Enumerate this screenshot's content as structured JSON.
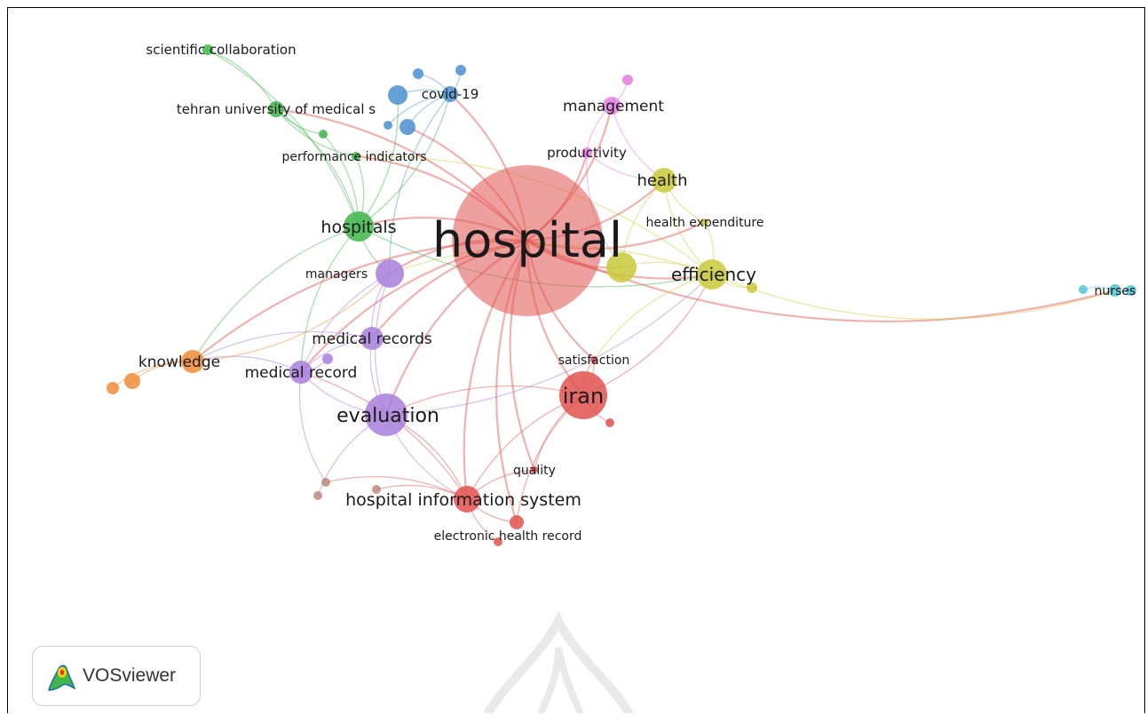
{
  "app": {
    "logo_text": "VOSviewer",
    "logo_icon": "vosviewer-logo-icon"
  },
  "colors": {
    "red": "#e0524f",
    "green": "#3fb54a",
    "blue": "#4a90cf",
    "yellow": "#c9c93a",
    "purple": "#a77fdc",
    "pink": "#e27ce0",
    "orange": "#ef8c37",
    "brown": "#b8897b",
    "cyan": "#4fc6d6"
  },
  "network": {
    "nodes": [
      {
        "id": "hospital",
        "label": "hospital",
        "cluster": "red"
      },
      {
        "id": "iran",
        "label": "iran",
        "cluster": "red"
      },
      {
        "id": "satisfaction",
        "label": "satisfaction",
        "cluster": "red"
      },
      {
        "id": "quality",
        "label": "quality",
        "cluster": "red"
      },
      {
        "id": "his",
        "label": "hospital information system",
        "cluster": "red"
      },
      {
        "id": "ehr",
        "label": "electronic health record",
        "cluster": "red"
      },
      {
        "id": "red_s1",
        "label": "",
        "cluster": "red"
      },
      {
        "id": "red_s2",
        "label": "",
        "cluster": "red"
      },
      {
        "id": "hospitals",
        "label": "hospitals",
        "cluster": "green"
      },
      {
        "id": "tehran",
        "label": "tehran university of medical s",
        "cluster": "green"
      },
      {
        "id": "scicollab",
        "label": "scientific collaboration",
        "cluster": "green"
      },
      {
        "id": "perfind",
        "label": "performance indicators",
        "cluster": "green"
      },
      {
        "id": "green_s1",
        "label": "",
        "cluster": "green"
      },
      {
        "id": "covid",
        "label": "covid-19",
        "cluster": "blue"
      },
      {
        "id": "blue_a",
        "label": "",
        "cluster": "blue"
      },
      {
        "id": "blue_b",
        "label": "",
        "cluster": "blue"
      },
      {
        "id": "blue_c",
        "label": "",
        "cluster": "blue"
      },
      {
        "id": "blue_d",
        "label": "",
        "cluster": "blue"
      },
      {
        "id": "blue_e",
        "label": "",
        "cluster": "blue"
      },
      {
        "id": "management",
        "label": "management",
        "cluster": "pink"
      },
      {
        "id": "productivity",
        "label": "productivity",
        "cluster": "pink"
      },
      {
        "id": "pink_s1",
        "label": "",
        "cluster": "pink"
      },
      {
        "id": "health",
        "label": "health",
        "cluster": "yellow"
      },
      {
        "id": "healthexp",
        "label": "health expenditure",
        "cluster": "yellow"
      },
      {
        "id": "efficiency",
        "label": "efficiency",
        "cluster": "yellow"
      },
      {
        "id": "yellow_big",
        "label": "",
        "cluster": "yellow"
      },
      {
        "id": "yellow_s1",
        "label": "",
        "cluster": "yellow"
      },
      {
        "id": "managers",
        "label": "managers",
        "cluster": "purple"
      },
      {
        "id": "medrecords",
        "label": "medical records",
        "cluster": "purple"
      },
      {
        "id": "medrecord",
        "label": "medical record",
        "cluster": "purple"
      },
      {
        "id": "evaluation",
        "label": "evaluation",
        "cluster": "purple"
      },
      {
        "id": "purple_s1",
        "label": "",
        "cluster": "purple"
      },
      {
        "id": "knowledge",
        "label": "knowledge",
        "cluster": "orange"
      },
      {
        "id": "orange_s1",
        "label": "",
        "cluster": "orange"
      },
      {
        "id": "orange_s2",
        "label": "",
        "cluster": "orange"
      },
      {
        "id": "brown_s1",
        "label": "",
        "cluster": "brown"
      },
      {
        "id": "brown_s2",
        "label": "",
        "cluster": "brown"
      },
      {
        "id": "brown_s3",
        "label": "",
        "cluster": "brown"
      },
      {
        "id": "nurses",
        "label": "nurses",
        "cluster": "cyan"
      },
      {
        "id": "cyan_s1",
        "label": "",
        "cluster": "cyan"
      },
      {
        "id": "cyan_s2",
        "label": "",
        "cluster": "cyan"
      }
    ],
    "links": [
      [
        "hospital",
        "iran"
      ],
      [
        "hospital",
        "hospitals"
      ],
      [
        "hospital",
        "efficiency"
      ],
      [
        "hospital",
        "evaluation"
      ],
      [
        "hospital",
        "his"
      ],
      [
        "hospital",
        "managers"
      ],
      [
        "hospital",
        "health"
      ],
      [
        "hospital",
        "productivity"
      ],
      [
        "hospital",
        "management"
      ],
      [
        "hospital",
        "covid"
      ],
      [
        "hospital",
        "knowledge"
      ],
      [
        "hospital",
        "medrecords"
      ],
      [
        "hospital",
        "medrecord"
      ],
      [
        "hospital",
        "tehran"
      ],
      [
        "hospital",
        "perfind"
      ],
      [
        "hospital",
        "yellow_big"
      ],
      [
        "hospital",
        "healthexp"
      ],
      [
        "hospital",
        "satisfaction"
      ],
      [
        "hospital",
        "quality"
      ],
      [
        "hospital",
        "ehr"
      ],
      [
        "hospital",
        "nurses"
      ],
      [
        "hospital",
        "blue_d"
      ],
      [
        "iran",
        "satisfaction"
      ],
      [
        "iran",
        "quality"
      ],
      [
        "iran",
        "red_s2"
      ],
      [
        "iran",
        "his"
      ],
      [
        "iran",
        "efficiency"
      ],
      [
        "iran",
        "evaluation"
      ],
      [
        "iran",
        "ehr"
      ],
      [
        "his",
        "ehr"
      ],
      [
        "his",
        "evaluation"
      ],
      [
        "his",
        "brown_s2"
      ],
      [
        "his",
        "red_s1"
      ],
      [
        "his",
        "medrecord"
      ],
      [
        "his",
        "brown_s1"
      ],
      [
        "hospitals",
        "tehran"
      ],
      [
        "hospitals",
        "perfind"
      ],
      [
        "hospitals",
        "scicollab"
      ],
      [
        "hospitals",
        "managers"
      ],
      [
        "hospitals",
        "medrecord"
      ],
      [
        "hospitals",
        "covid"
      ],
      [
        "hospitals",
        "efficiency"
      ],
      [
        "hospitals",
        "blue_a"
      ],
      [
        "hospitals",
        "green_s1"
      ],
      [
        "hospitals",
        "knowledge"
      ],
      [
        "tehran",
        "scicollab"
      ],
      [
        "tehran",
        "green_s1"
      ],
      [
        "tehran",
        "perfind"
      ],
      [
        "covid",
        "blue_a"
      ],
      [
        "covid",
        "blue_b"
      ],
      [
        "covid",
        "blue_c"
      ],
      [
        "covid",
        "blue_d"
      ],
      [
        "covid",
        "blue_e"
      ],
      [
        "covid",
        "managers"
      ],
      [
        "management",
        "productivity"
      ],
      [
        "management",
        "pink_s1"
      ],
      [
        "management",
        "health"
      ],
      [
        "productivity",
        "health"
      ],
      [
        "productivity",
        "yellow_big"
      ],
      [
        "health",
        "efficiency"
      ],
      [
        "health",
        "healthexp"
      ],
      [
        "health",
        "yellow_big"
      ],
      [
        "efficiency",
        "yellow_big"
      ],
      [
        "efficiency",
        "yellow_s1"
      ],
      [
        "efficiency",
        "healthexp"
      ],
      [
        "efficiency",
        "nurses"
      ],
      [
        "efficiency",
        "managers"
      ],
      [
        "efficiency",
        "satisfaction"
      ],
      [
        "efficiency",
        "perfind"
      ],
      [
        "nurses",
        "cyan_s1"
      ],
      [
        "nurses",
        "cyan_s2"
      ],
      [
        "managers",
        "medrecords"
      ],
      [
        "managers",
        "evaluation"
      ],
      [
        "managers",
        "medrecord"
      ],
      [
        "medrecords",
        "medrecord"
      ],
      [
        "medrecords",
        "evaluation"
      ],
      [
        "medrecords",
        "knowledge"
      ],
      [
        "medrecord",
        "evaluation"
      ],
      [
        "medrecord",
        "knowledge"
      ],
      [
        "medrecord",
        "purple_s1"
      ],
      [
        "medrecord",
        "brown_s1"
      ],
      [
        "evaluation",
        "his"
      ],
      [
        "evaluation",
        "efficiency"
      ],
      [
        "evaluation",
        "brown_s3"
      ],
      [
        "knowledge",
        "orange_s1"
      ],
      [
        "knowledge",
        "orange_s2"
      ],
      [
        "knowledge",
        "managers"
      ],
      [
        "quality",
        "his"
      ],
      [
        "satisfaction",
        "iran"
      ]
    ]
  }
}
